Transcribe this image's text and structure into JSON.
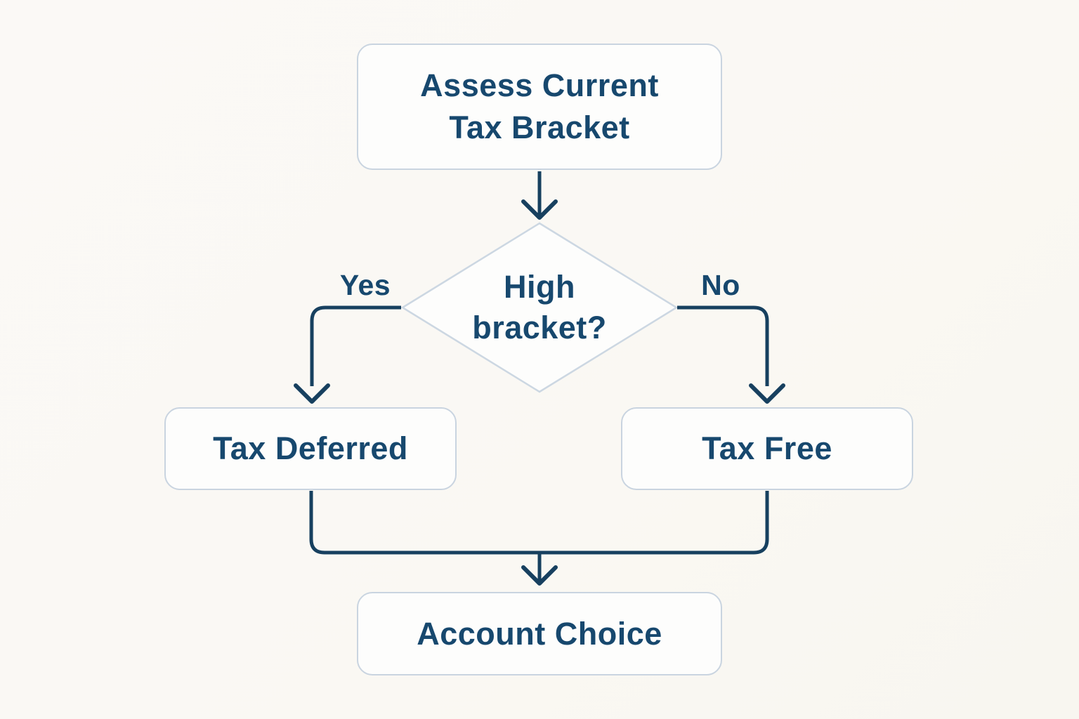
{
  "diagram": {
    "type": "flowchart",
    "colors": {
      "background": "#faf8f4",
      "node_fill": "#fdfdfc",
      "node_border": "#c9d4e0",
      "diamond_border": "#ccd7e2",
      "text": "#17486e",
      "connector": "#17405f"
    },
    "nodes": {
      "assess": {
        "lines": [
          "Assess Current",
          "Tax Bracket"
        ]
      },
      "decision": {
        "lines": [
          "High",
          "bracket?"
        ]
      },
      "tax_deferred": {
        "label": "Tax Deferred"
      },
      "tax_free": {
        "label": "Tax Free"
      },
      "account_choice": {
        "label": "Account Choice"
      }
    },
    "edge_labels": {
      "yes": "Yes",
      "no": "No"
    }
  }
}
